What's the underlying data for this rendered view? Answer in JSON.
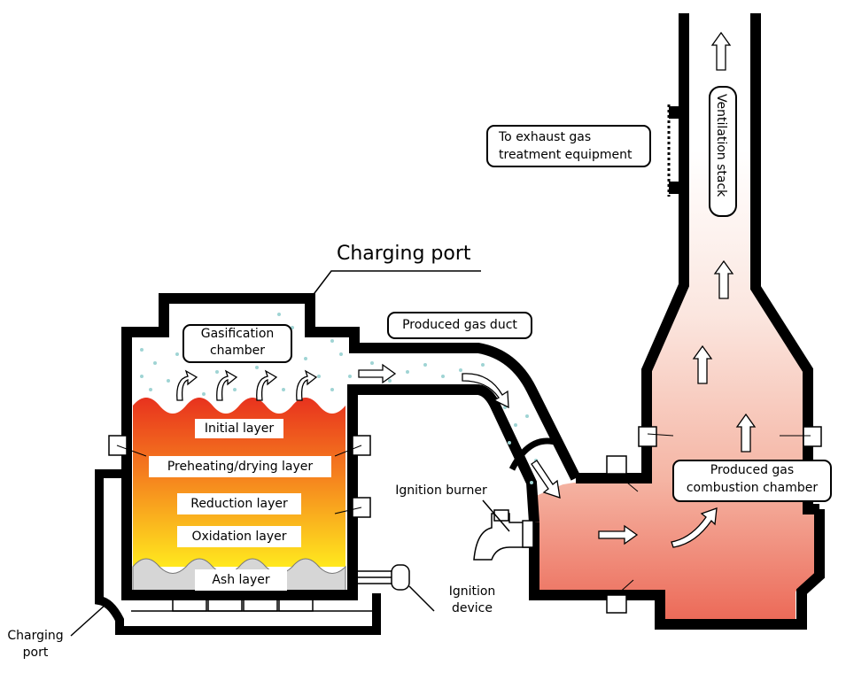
{
  "labels": {
    "charging_port_top": "Charging port",
    "charging_port_bottom_1": "Charging",
    "charging_port_bottom_2": "port",
    "gasification_chamber_1": "Gasification",
    "gasification_chamber_2": "chamber",
    "produced_gas_duct": "Produced gas duct",
    "exhaust_1": "To exhaust gas",
    "exhaust_2": "treatment equipment",
    "ventilation_stack": "Ventilation stack",
    "ignition_burner": "Ignition burner",
    "ignition_device_1": "Ignition",
    "ignition_device_2": "device",
    "combustion_chamber_1": "Produced gas",
    "combustion_chamber_2": "combustion chamber"
  },
  "layers": [
    "Initial layer",
    "Preheating/drying layer",
    "Reduction layer",
    "Oxidation layer",
    "Ash layer"
  ],
  "colors": {
    "wall": "#000000",
    "fire_top": "#e8321e",
    "fire_mid": "#f57f1e",
    "fire_bottom": "#ffe81e",
    "ash": "#d6d6d6",
    "gas_particles": "#9fd4d4",
    "combustion_top": "#fdf0ec",
    "combustion_bottom": "#ee6c5a"
  }
}
